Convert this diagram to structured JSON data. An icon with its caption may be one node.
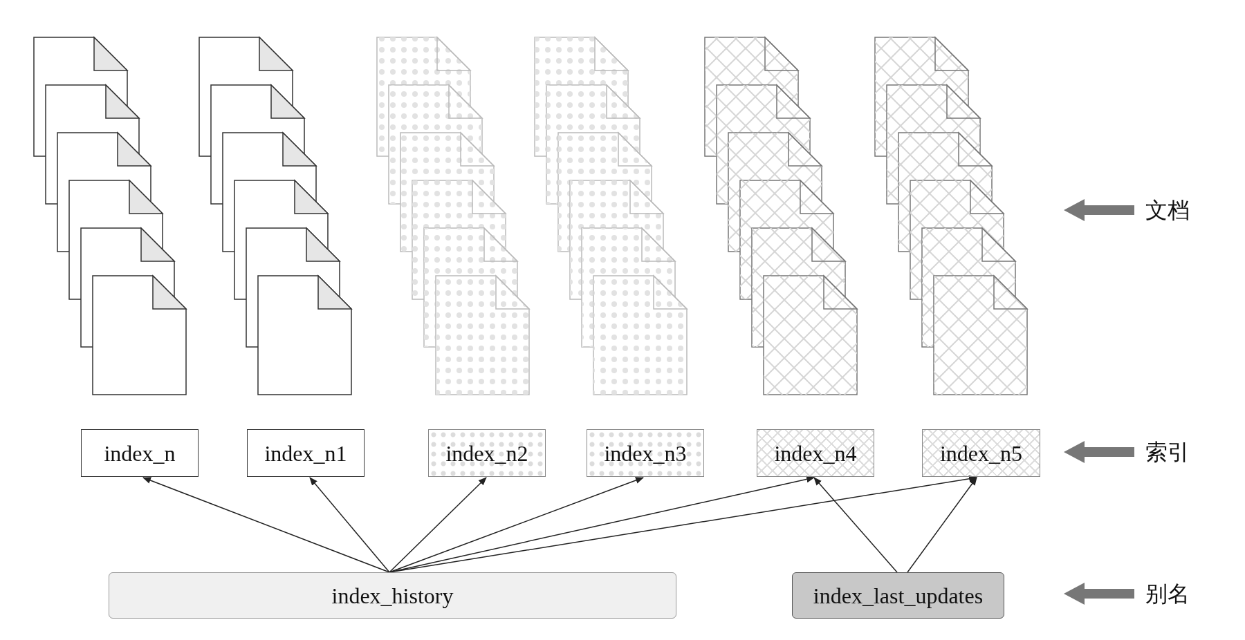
{
  "diagram": {
    "nodes": [
      {
        "text": [
          "index_n"
        ]
      },
      {
        "text": [
          "index_n1"
        ]
      },
      {
        "text": [
          "index_n2"
        ]
      },
      {
        "text": [
          "index_n3"
        ]
      },
      {
        "text": [
          "index_n4"
        ]
      },
      {
        "text": [
          "index_n5"
        ]
      },
      {
        "text": [
          "index_history"
        ]
      },
      {
        "text": [
          "index_last_updates"
        ]
      }
    ],
    "edges": [
      {
        "from": 6,
        "to": 0,
        "arrow": "to"
      },
      {
        "from": 6,
        "to": 1,
        "arrow": "to"
      },
      {
        "from": 6,
        "to": 2,
        "arrow": "to"
      },
      {
        "from": 6,
        "to": 3,
        "arrow": "to"
      },
      {
        "from": 6,
        "to": 4,
        "arrow": "to"
      },
      {
        "from": 6,
        "to": 5,
        "arrow": "to"
      },
      {
        "from": 7,
        "to": 4,
        "arrow": "to"
      },
      {
        "from": 7,
        "to": 5,
        "arrow": "to"
      }
    ],
    "labels": [
      "文档",
      "索引",
      "别名"
    ]
  }
}
